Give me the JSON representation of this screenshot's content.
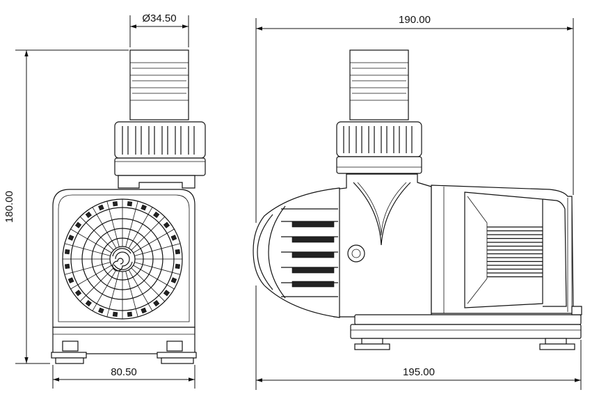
{
  "dimensions": {
    "outlet_diameter": "Ø34.50",
    "front_height": "180.00",
    "front_width": "80.50",
    "side_top_length": "190.00",
    "side_bottom_length": "195.00"
  },
  "colors": {
    "line": "#111111",
    "background": "#ffffff"
  }
}
